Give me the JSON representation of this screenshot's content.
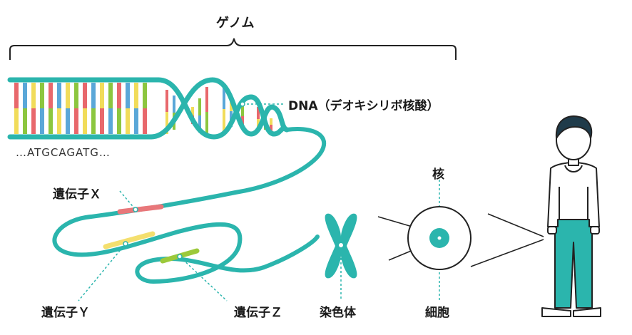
{
  "title": "ゲノム",
  "dna_label": "DNA（デオキシリボ核酸）",
  "sequence": "…ATGCAGATG…",
  "genes": {
    "x": "遺伝子Ｘ",
    "y": "遺伝子Ｙ",
    "z": "遺伝子Ｚ"
  },
  "chromosome_label": "染色体",
  "nucleus_label": "核",
  "cell_label": "細胞",
  "colors": {
    "teal": "#2bb5ad",
    "gene_x": "#e8777a",
    "gene_y": "#f4df6e",
    "gene_z": "#9cc93a",
    "base_red": "#e8686c",
    "base_yellow": "#f1dc5a",
    "base_blue": "#5aa7d8",
    "base_green": "#8cc63f",
    "person_dark": "#1f3b4a",
    "skin": "#ffffff"
  },
  "icons": [
    "genome-bracket",
    "dna-double-helix",
    "dna-strand",
    "chromosome-icon",
    "cell-icon",
    "person-icon"
  ]
}
